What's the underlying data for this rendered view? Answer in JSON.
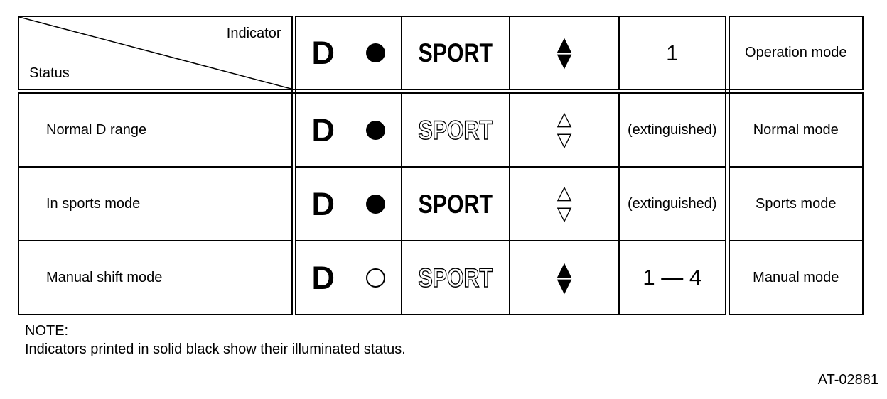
{
  "colors": {
    "ink": "#000000",
    "background": "#ffffff"
  },
  "table": {
    "corner": {
      "top_right": "Indicator",
      "bottom_left": "Status"
    },
    "header": {
      "d_label": "D",
      "circle": "filled",
      "sport_label": "SPORT",
      "sport_style": "solid",
      "arrow_up": "▲",
      "arrow_down": "▼",
      "arrows_style": "solid",
      "shift": "1",
      "shift_style": "numeral",
      "mode": "Operation mode"
    },
    "rows": [
      {
        "status": "Normal D range",
        "d_label": "D",
        "circle": "filled",
        "sport_label": "SPORT",
        "sport_style": "outline",
        "arrow_up": "△",
        "arrow_down": "▽",
        "arrows_style": "outline",
        "shift": "(extinguished)",
        "shift_style": "text",
        "mode": "Normal mode"
      },
      {
        "status": "In sports mode",
        "d_label": "D",
        "circle": "filled",
        "sport_label": "SPORT",
        "sport_style": "solid",
        "arrow_up": "△",
        "arrow_down": "▽",
        "arrows_style": "outline",
        "shift": "(extinguished)",
        "shift_style": "text",
        "mode": "Sports mode"
      },
      {
        "status": "Manual shift mode",
        "d_label": "D",
        "circle": "outline",
        "sport_label": "SPORT",
        "sport_style": "outline",
        "arrow_up": "▲",
        "arrow_down": "▼",
        "arrows_style": "solid",
        "shift": "1 — 4",
        "shift_style": "numeral",
        "mode": "Manual mode"
      }
    ]
  },
  "note": {
    "heading": "NOTE:",
    "body": "Indicators printed in solid black show their illuminated status."
  },
  "figure_code": "AT-02881"
}
